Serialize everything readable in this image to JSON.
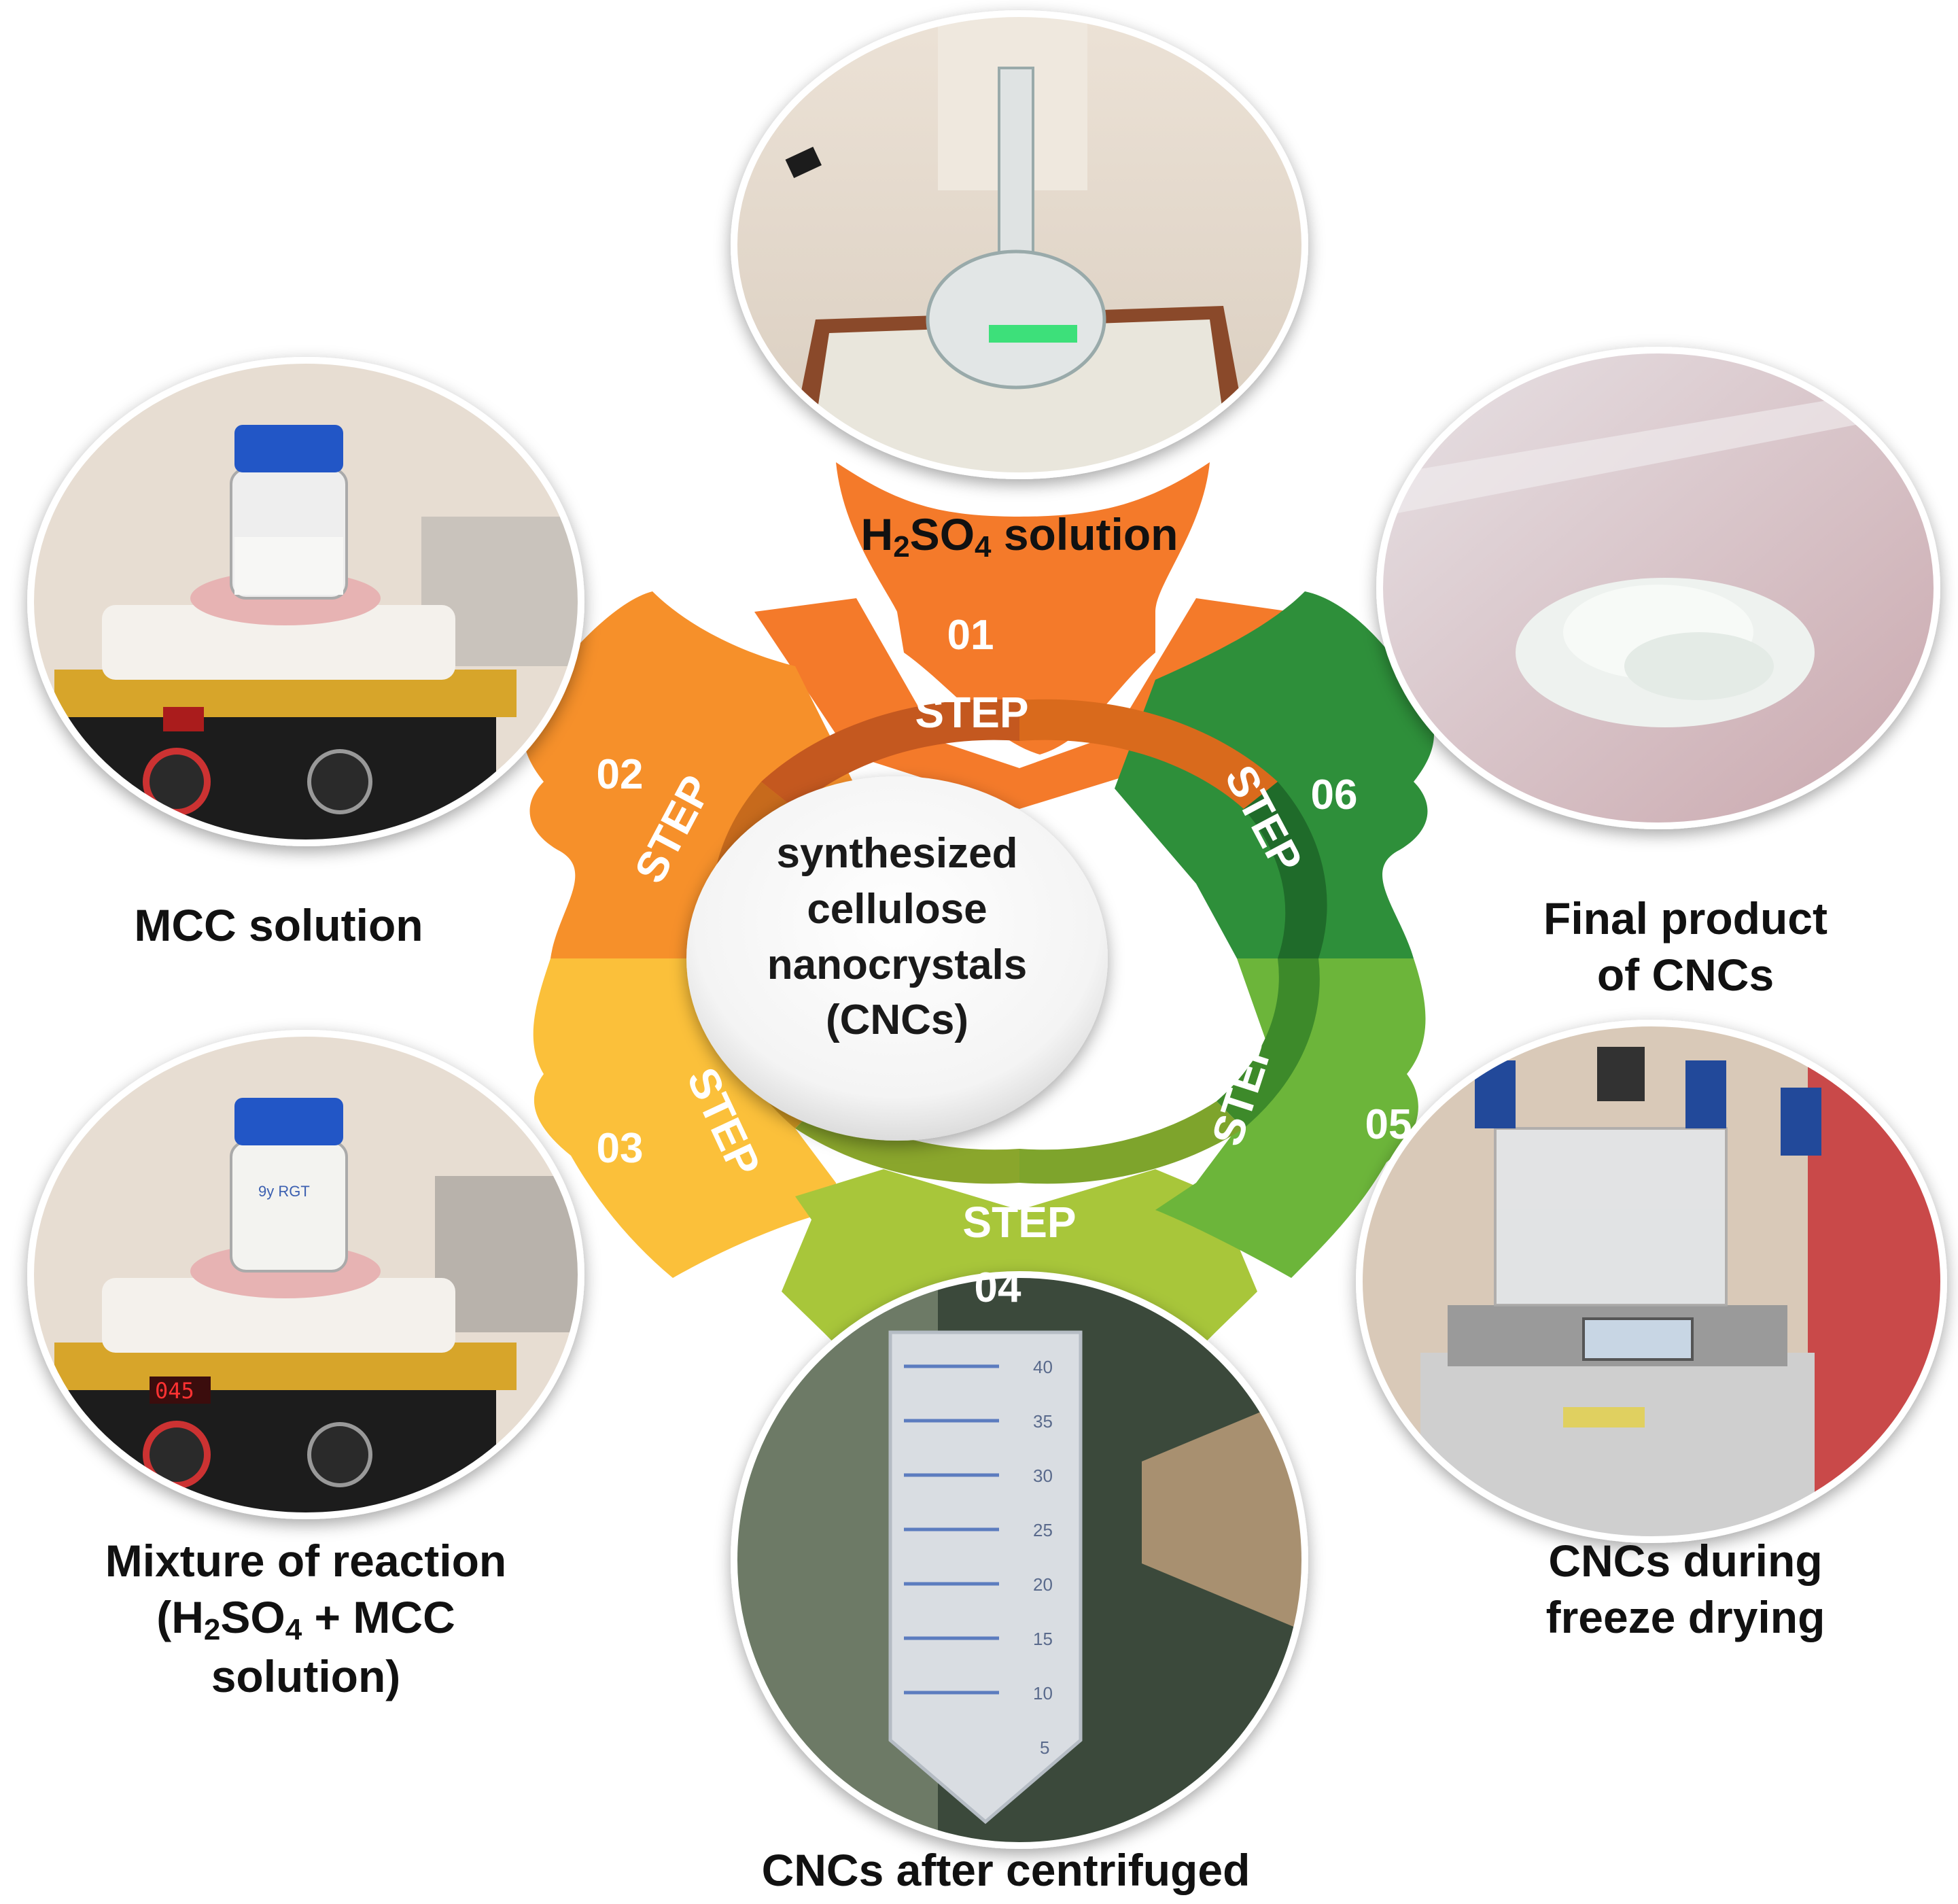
{
  "center": {
    "line1": "synthesized",
    "line2": "cellulose",
    "line3": "nanocrystals",
    "line4": "(CNCs)"
  },
  "steps": [
    {
      "word": "STEP",
      "number": "01",
      "color": "#f47a2a",
      "caption": {
        "pre": "H",
        "sub1": "2",
        "mid": "SO",
        "sub2": "4",
        "post": " solution"
      }
    },
    {
      "word": "STEP",
      "number": "02",
      "color": "#f6902a",
      "caption": {
        "line1": "MCC solution"
      }
    },
    {
      "word": "STEP",
      "number": "03",
      "color": "#fbc03a",
      "caption": {
        "line1": "Mixture of reaction",
        "l2pre": "(H",
        "l2sub1": "2",
        "l2mid": "SO",
        "l2sub2": "4",
        "l2post": " + MCC",
        "line3": "solution)"
      }
    },
    {
      "word": "STEP",
      "number": "04",
      "color": "#a8c63a",
      "caption": {
        "line1": "CNCs after centrifuged"
      }
    },
    {
      "word": "STEP",
      "number": "05",
      "color": "#6cb53a",
      "caption": {
        "line1": "CNCs during",
        "line2": "freeze drying"
      }
    },
    {
      "word": "STEP",
      "number": "06",
      "color": "#2e8f3a",
      "caption": {
        "line1": "Final product",
        "line2": "of CNCs"
      }
    }
  ],
  "photos": {
    "step1": "flask-on-hotplate-photo",
    "step2": "bottle-on-stirrer-photo",
    "step3": "reaction-bottle-on-stirrer-photo",
    "step4": "centrifuge-tube-photo",
    "step5": "freeze-dryer-photo",
    "step6": "cnc-powder-photo"
  },
  "tube_scale": [
    "40",
    "35",
    "30",
    "25",
    "20",
    "15",
    "10",
    "5"
  ],
  "stirrer_display": "045"
}
